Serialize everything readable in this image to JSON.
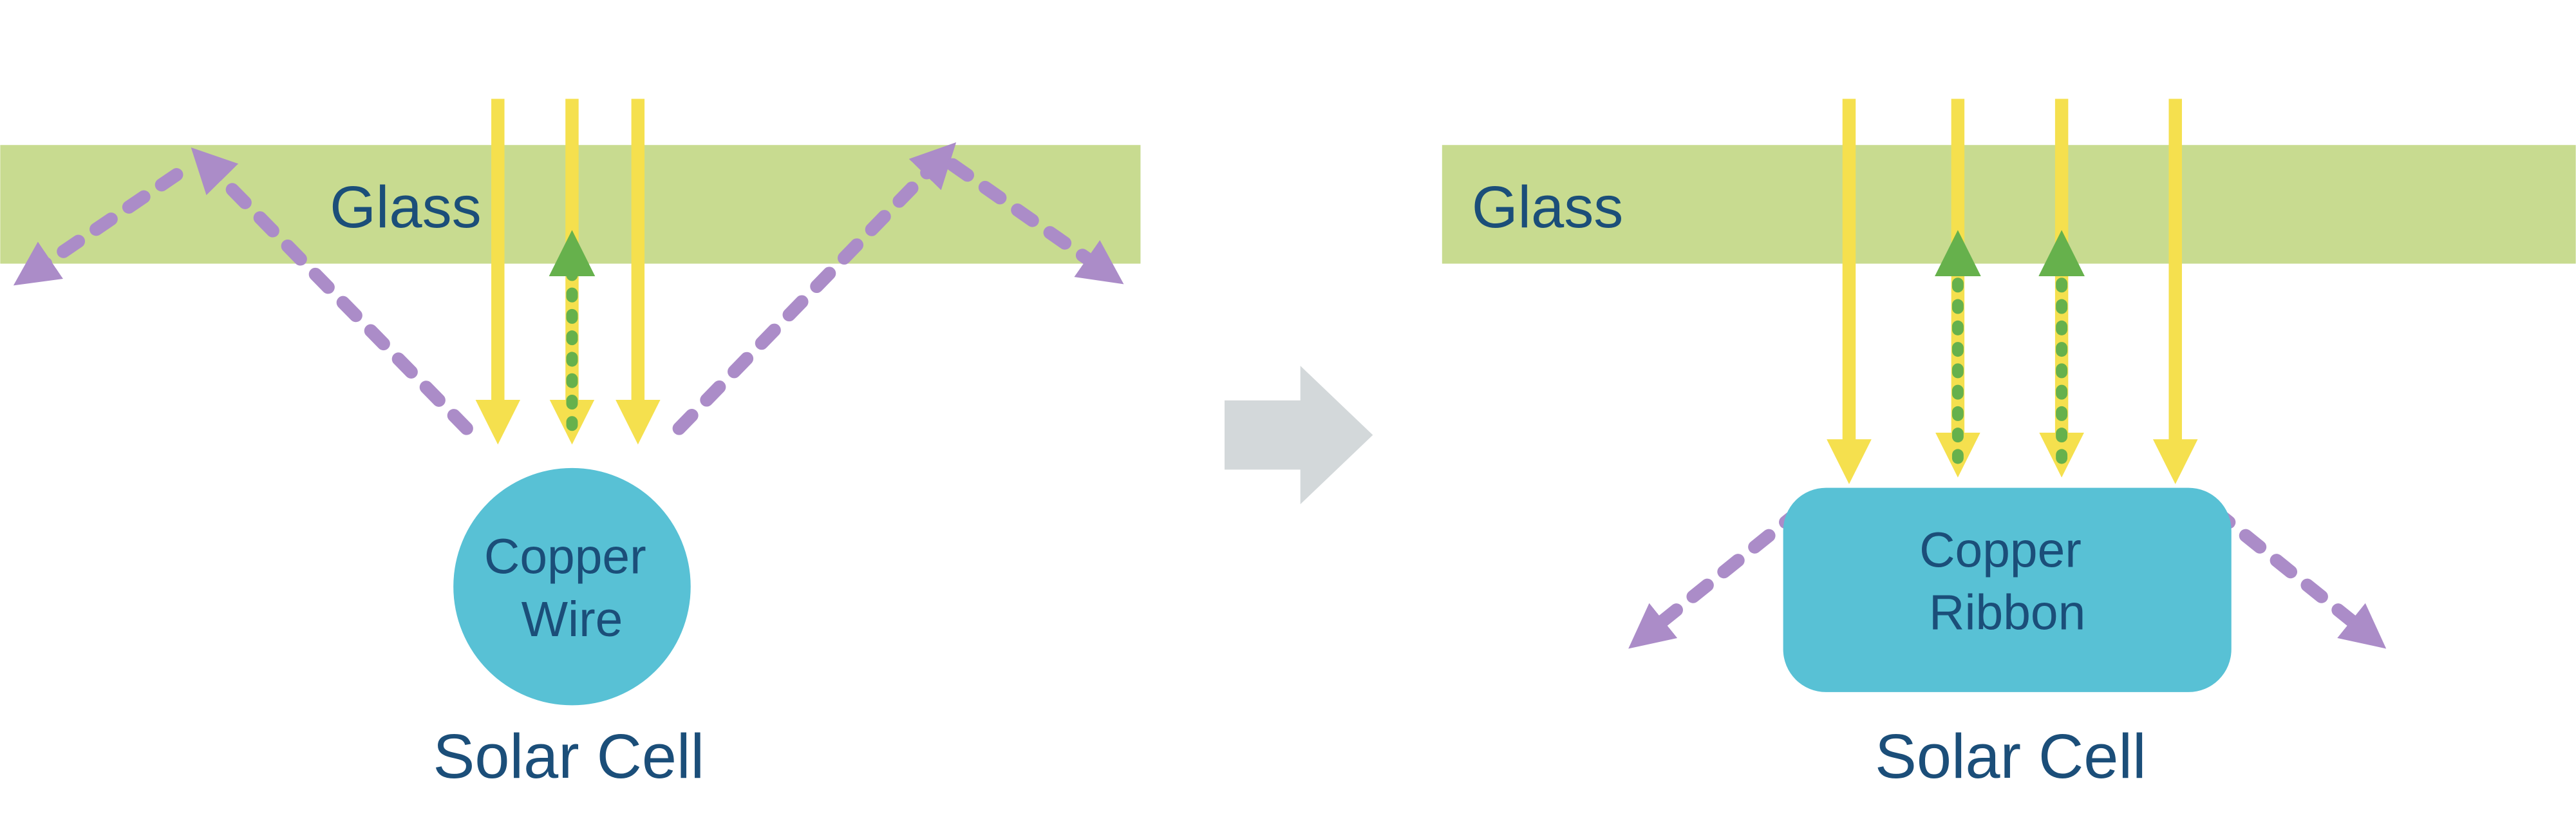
{
  "left_panel": {
    "glass_label": "Glass",
    "component_line1": "Copper",
    "component_line2": "Wire",
    "cell_label": "Solar Cell"
  },
  "right_panel": {
    "glass_label": "Glass",
    "component_line1": "Copper",
    "component_line2": "Ribbon",
    "cell_label": "Solar Cell"
  },
  "colors": {
    "glass": "#c8db90",
    "label_text": "#1b4e79",
    "sunlight_arrow": "#f5e04e",
    "reflected_arrow": "#66b14c",
    "scattered_arrow": "#ab8cc8",
    "copper_component": "#58c1d5",
    "transition_arrow": "#d3d8da"
  }
}
